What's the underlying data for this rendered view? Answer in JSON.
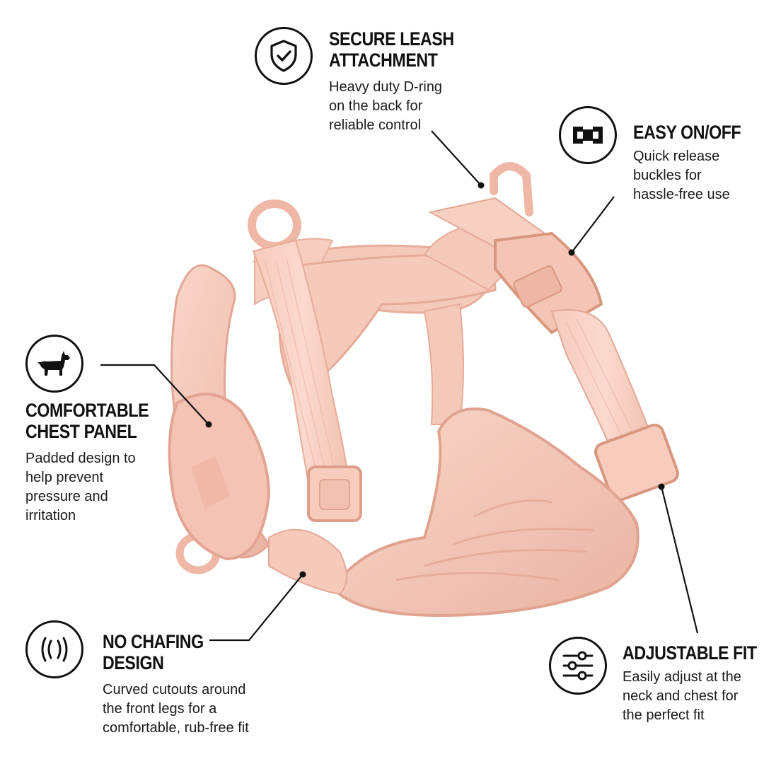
{
  "features": {
    "leash": {
      "title_line1": "SECURE LEASH",
      "title_line2": "ATTACHMENT",
      "desc_lines": [
        "Heavy duty D-ring",
        "on the back for",
        "reliable control"
      ],
      "icon": "shield-check-icon"
    },
    "easy": {
      "title_line1": "EASY ON/OFF",
      "desc_lines": [
        "Quick release",
        "buckles for",
        "hassle-free use"
      ],
      "icon": "buckle-icon"
    },
    "chest": {
      "title_line1": "COMFORTABLE",
      "title_line2": "CHEST PANEL",
      "desc_lines": [
        "Padded design to",
        "help prevent",
        "pressure and",
        "irritation"
      ],
      "icon": "dog-icon"
    },
    "chafe": {
      "title_line1": "NO CHAFING",
      "title_line2": "DESIGN",
      "desc_lines": [
        "Curved cutouts around",
        "the front legs for a",
        "comfortable, rub-free fit"
      ],
      "icon": "vibration-icon"
    },
    "fit": {
      "title_line1": "ADJUSTABLE FIT",
      "desc_lines": [
        "Easily adjust at the",
        "neck and chest for",
        "the perfect fit"
      ],
      "icon": "sliders-icon"
    }
  },
  "colors": {
    "harness": "#f2c4b5",
    "harness_shadow": "#e0a896",
    "harness_highlight": "#fbdcd1",
    "ink": "#111111"
  }
}
